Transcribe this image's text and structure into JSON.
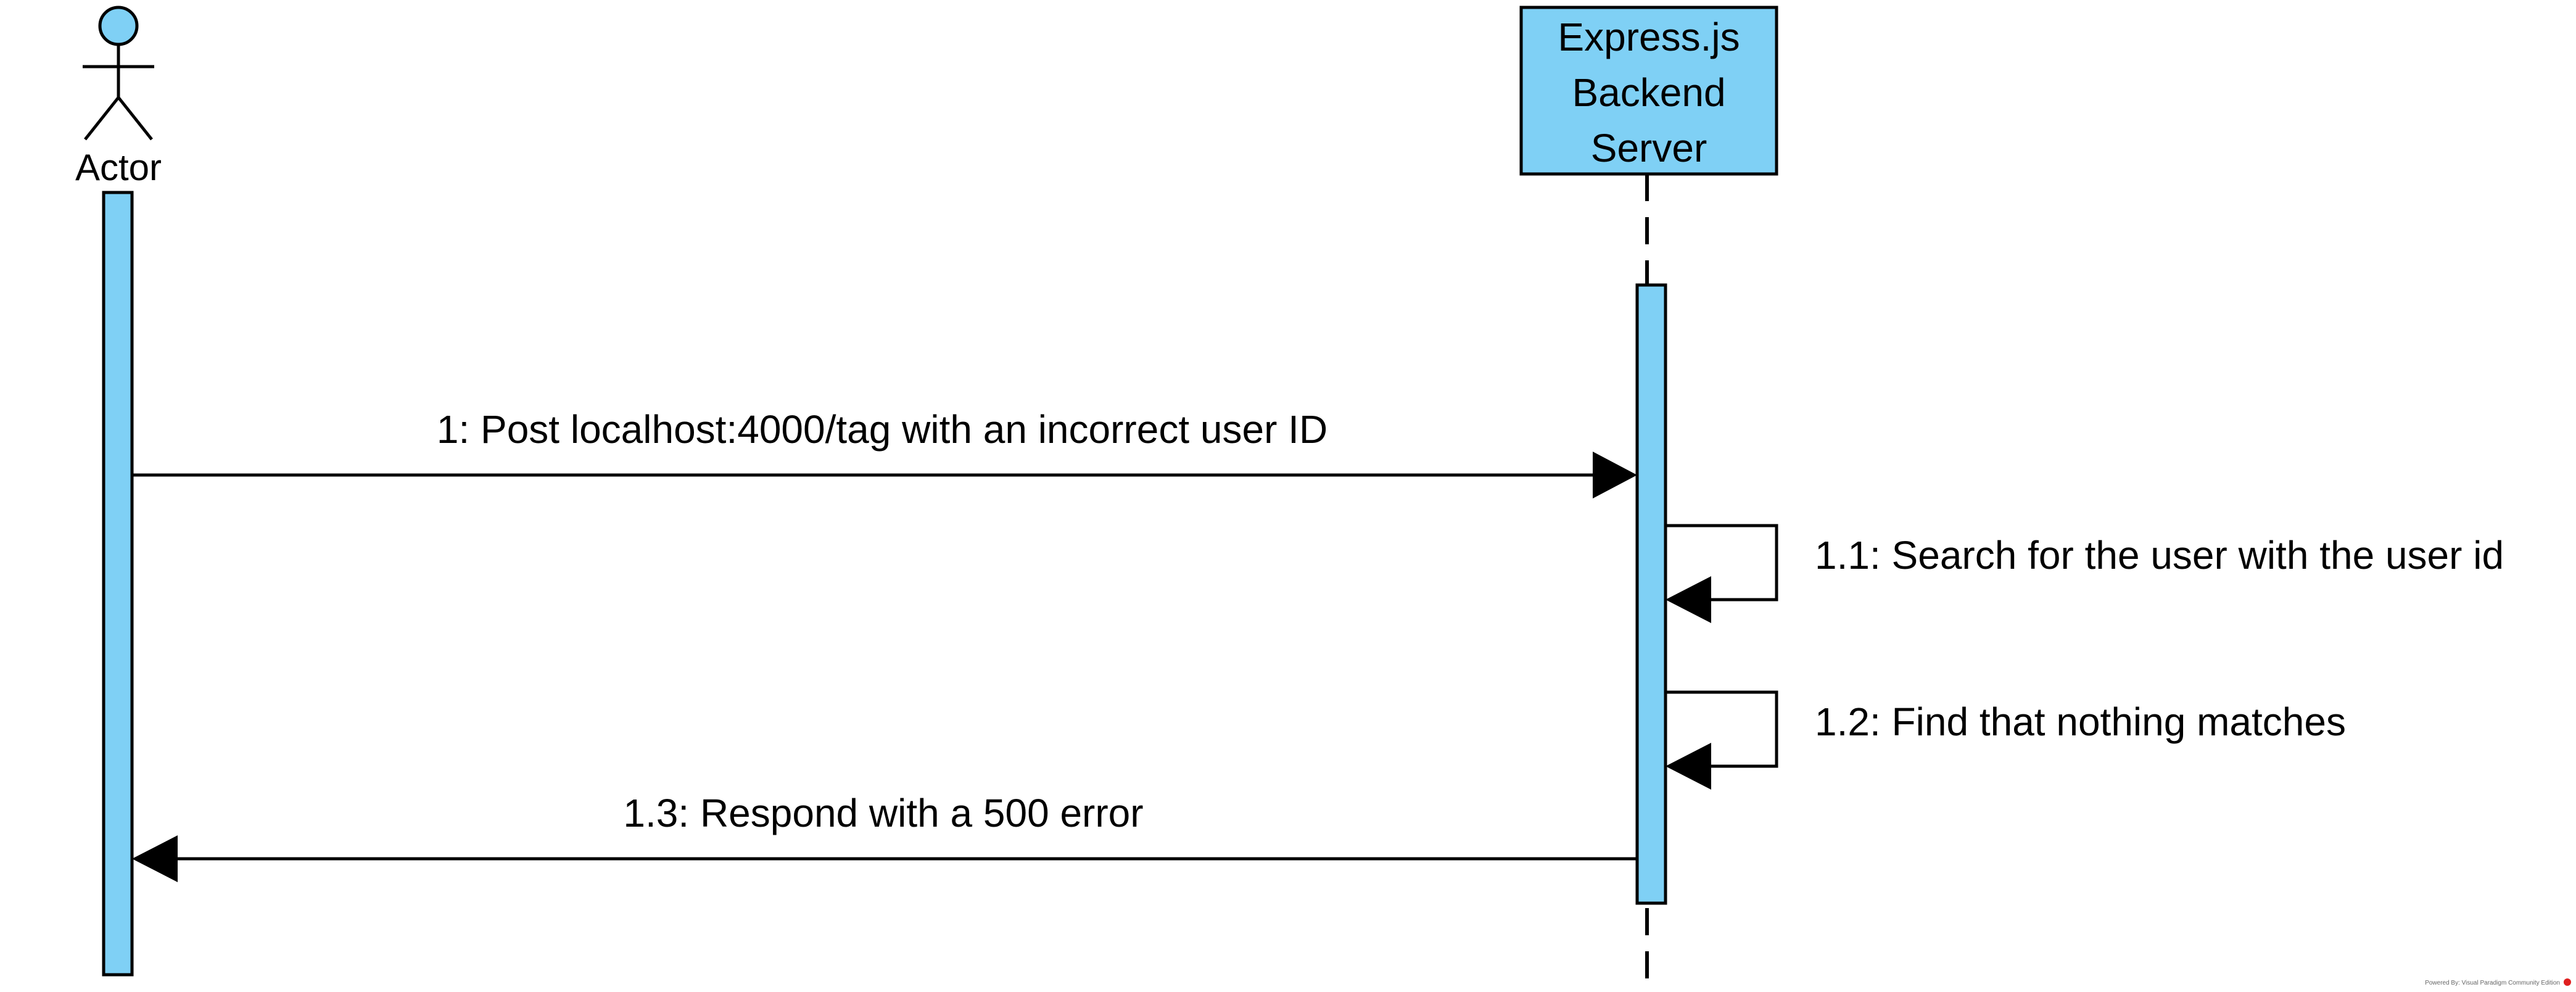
{
  "actor": {
    "label": "Actor"
  },
  "server": {
    "title_lines": [
      "Express.js",
      "Backend",
      "Server"
    ]
  },
  "messages": [
    {
      "label": "1: Post localhost:4000/tag with an incorrect user ID",
      "from": "Actor",
      "to": "Express.js Backend Server"
    },
    {
      "label": "1.1: Search for the user with the user id",
      "from": "Express.js Backend Server",
      "to": "Express.js Backend Server"
    },
    {
      "label": "1.2: Find that nothing matches",
      "from": "Express.js Backend Server",
      "to": "Express.js Backend Server"
    },
    {
      "label": "1.3: Respond with a 500 error",
      "from": "Express.js Backend Server",
      "to": "Actor"
    }
  ],
  "footer": {
    "powered_by": "Powered By: Visual Paradigm Community Edition"
  },
  "colors": {
    "fill": "#7fd0f5",
    "stroke": "#000000",
    "background": "#ffffff",
    "badge": "#e02020"
  }
}
